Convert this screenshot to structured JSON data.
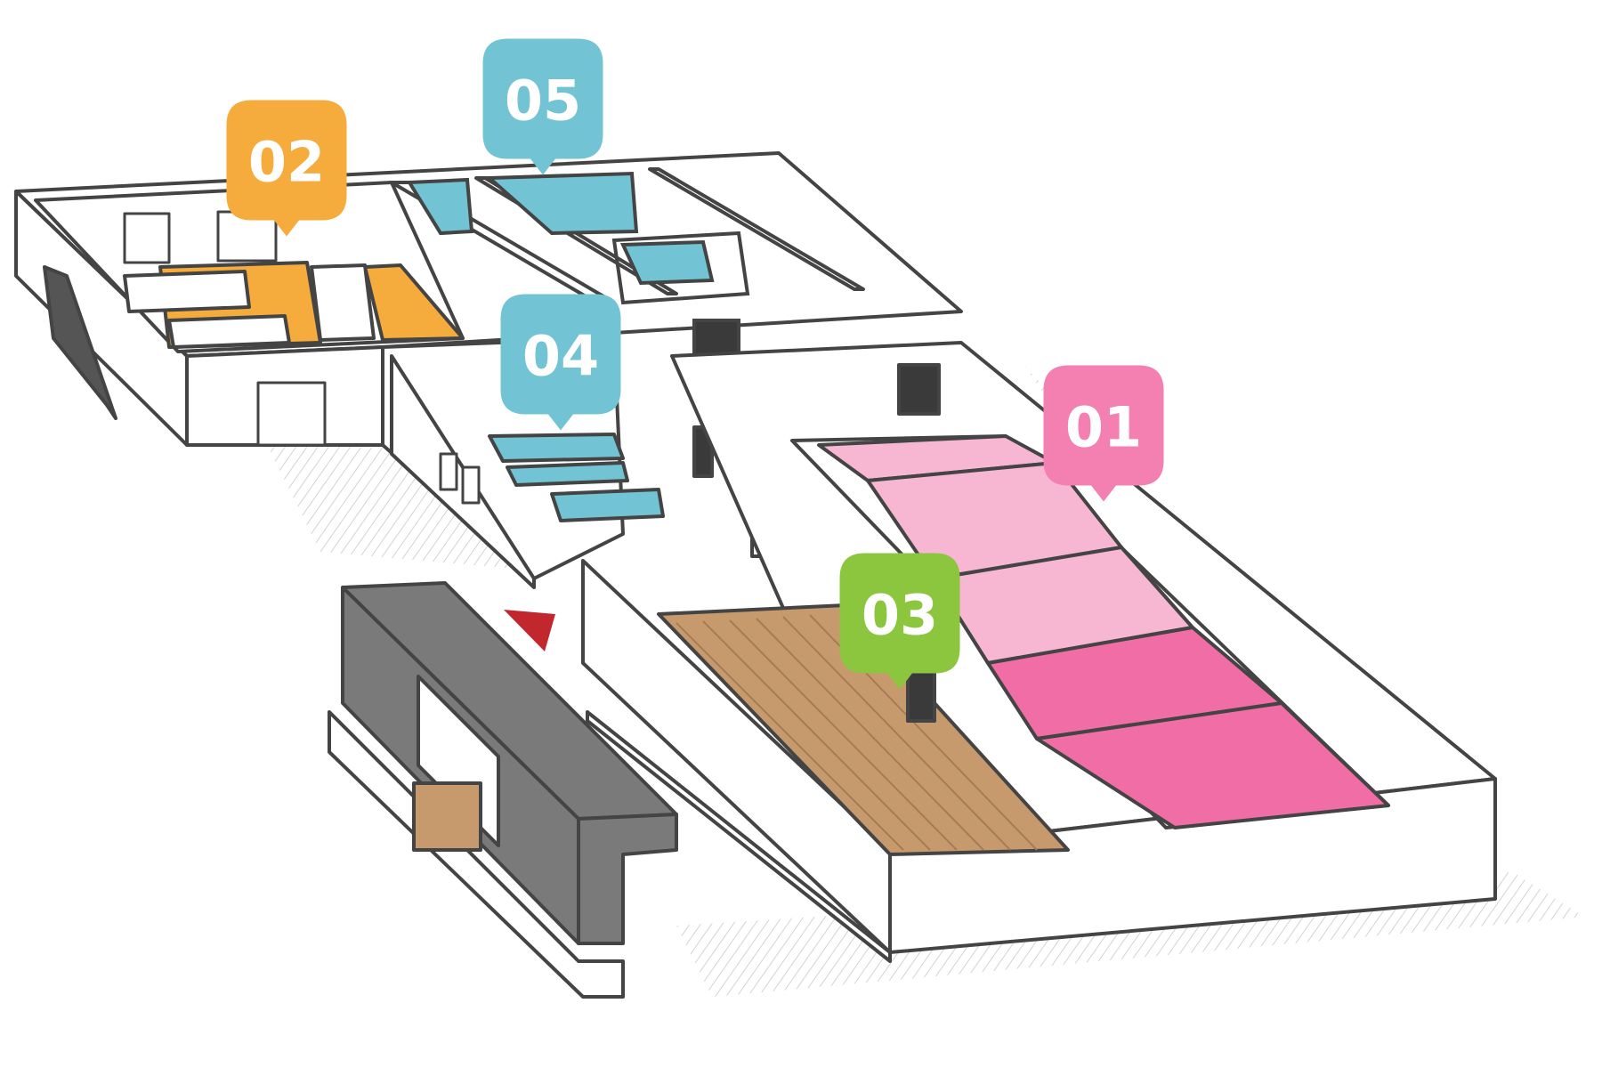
{
  "colors": {
    "outline": "#444444",
    "wall": "#ffffff",
    "hatch": "#c8c8c8",
    "dark_block": "#7a7a7a",
    "door": "#3a3a3a",
    "wood": "#c79a6e",
    "entrance_arrow": "#c1272d",
    "pink_floor": "#f06ea5",
    "pink_floor_light": "#f7b6d2",
    "orange_floor": "#f6ac3c",
    "blue_floor": "#72c4d4"
  },
  "areas": [
    {
      "id": "01",
      "label": "01",
      "color": "#f47fb1",
      "icon": "map-pin"
    },
    {
      "id": "02",
      "label": "02",
      "color": "#f6ac3c",
      "icon": "map-pin"
    },
    {
      "id": "03",
      "label": "03",
      "color": "#8cc63f",
      "icon": "map-pin"
    },
    {
      "id": "04",
      "label": "04",
      "color": "#72c4d4",
      "icon": "map-pin"
    },
    {
      "id": "05",
      "label": "05",
      "color": "#72c4d4",
      "icon": "map-pin"
    }
  ],
  "entrance": {
    "icon": "entrance-arrow"
  }
}
